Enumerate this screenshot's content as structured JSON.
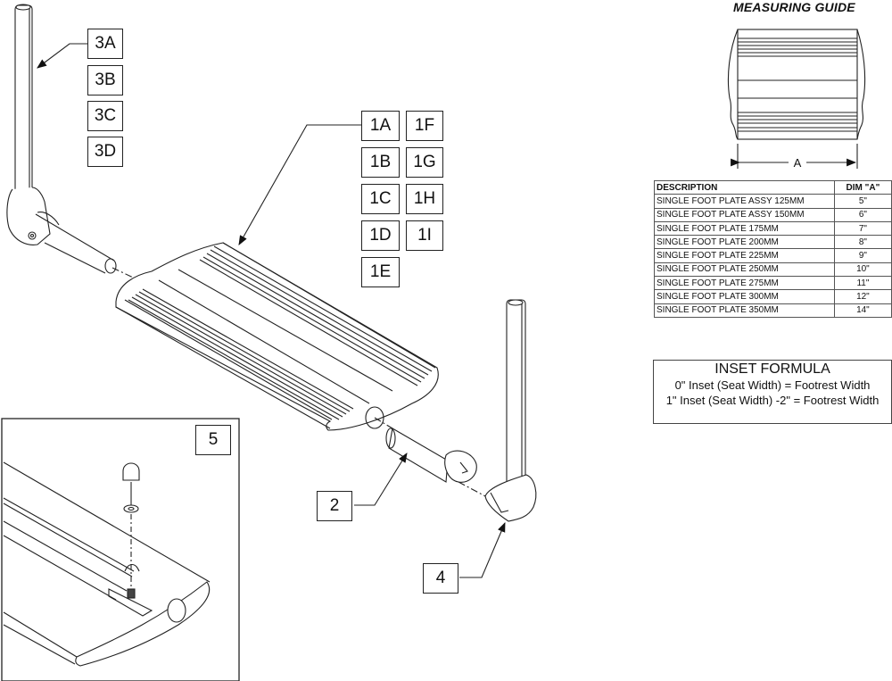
{
  "diagram": {
    "callouts": {
      "c3A": "3A",
      "c3B": "3B",
      "c3C": "3C",
      "c3D": "3D",
      "c1A": "1A",
      "c1B": "1B",
      "c1C": "1C",
      "c1D": "1D",
      "c1E": "1E",
      "c1F": "1F",
      "c1G": "1G",
      "c1H": "1H",
      "c1I": "1I",
      "c2": "2",
      "c4": "4",
      "c5": "5"
    },
    "dimension_label": "A"
  },
  "measuring_guide": {
    "title": "MEASURING GUIDE",
    "table": {
      "headers": [
        "DESCRIPTION",
        "DIM \"A\""
      ],
      "rows": [
        [
          "SINGLE FOOT PLATE ASSY 125MM",
          "5\""
        ],
        [
          "SINGLE FOOT PLATE ASSY 150MM",
          "6\""
        ],
        [
          "SINGLE FOOT PLATE 175MM",
          "7\""
        ],
        [
          "SINGLE FOOT PLATE 200MM",
          "8\""
        ],
        [
          "SINGLE FOOT PLATE 225MM",
          "9\""
        ],
        [
          "SINGLE FOOT PLATE 250MM",
          "10\""
        ],
        [
          "SINGLE FOOT PLATE 275MM",
          "11\""
        ],
        [
          "SINGLE FOOT PLATE 300MM",
          "12\""
        ],
        [
          "SINGLE FOOT PLATE 350MM",
          "14\""
        ]
      ]
    }
  },
  "inset_formula": {
    "title": "INSET FORMULA",
    "lines": [
      "0\" Inset (Seat Width) = Footrest Width",
      "1\" Inset (Seat Width) -2\" = Footrest Width"
    ]
  }
}
